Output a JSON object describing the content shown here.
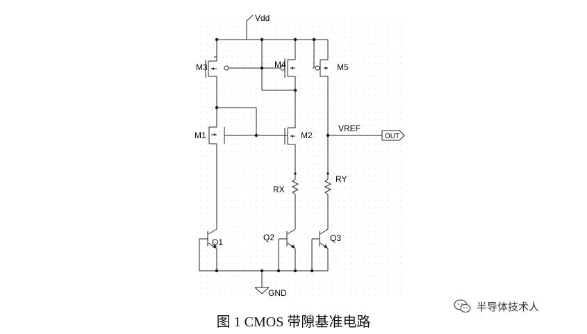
{
  "diagram": {
    "supply_label": "Vdd",
    "ground_label": "GND",
    "output_node_label": "VREF",
    "output_port_label": "OUT",
    "transistors": [
      "M1",
      "M2",
      "M3",
      "M4",
      "M5"
    ],
    "bjts": [
      "Q1",
      "Q2",
      "Q3"
    ],
    "resistors": [
      "RX",
      "RY"
    ]
  },
  "caption": "图 1 CMOS 带隙基准电路",
  "watermark": "半导体技术人"
}
